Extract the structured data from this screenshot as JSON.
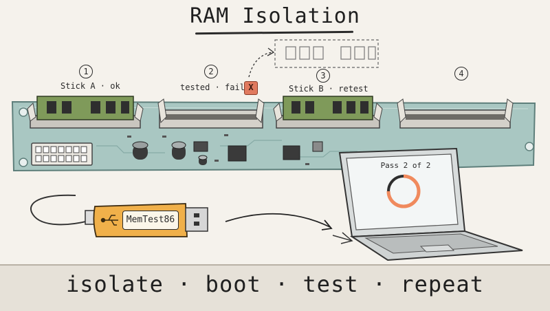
{
  "title": "RAM Isolation",
  "slots": [
    {
      "number": "1",
      "label": "Stick A · ok"
    },
    {
      "number": "2",
      "label": "tested · failed",
      "badge": "X"
    },
    {
      "number": "3",
      "label": "Stick B · retest"
    },
    {
      "number": "4",
      "label": ""
    }
  ],
  "usb": {
    "label": "MemTest86"
  },
  "laptop": {
    "status": "Pass 2 of 2",
    "progress": 0.75
  },
  "footer": "isolate · boot · test · repeat",
  "colors": {
    "board": "#a9c7c2",
    "board_edge": "#5e7f7b",
    "ram_pcb": "#7f9a5a",
    "fail_badge": "#e07a5f",
    "usb_body": "#f0b04a",
    "progress_ring": "#f08a5d",
    "screen": "#f3f6f6"
  }
}
